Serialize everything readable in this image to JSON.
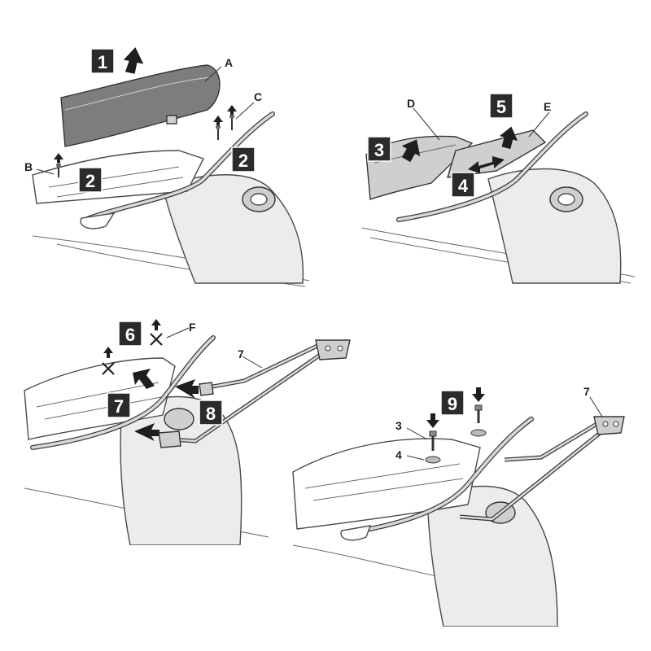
{
  "steps": {
    "s1": "1",
    "s2a": "2",
    "s2b": "2",
    "s3": "3",
    "s4": "4",
    "s5": "5",
    "s6": "6",
    "s7": "7",
    "s8": "8",
    "s9": "9"
  },
  "labels": {
    "A": "A",
    "B": "B",
    "C": "C",
    "D": "D",
    "E": "E",
    "F": "F",
    "p7a": "7",
    "p7b": "7",
    "p3": "3",
    "p4": "4"
  }
}
